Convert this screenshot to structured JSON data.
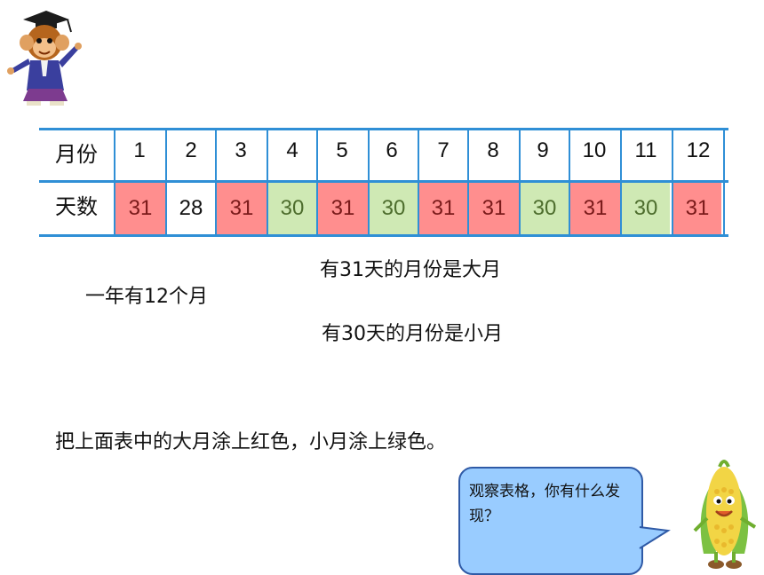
{
  "table": {
    "row1_label": "月份",
    "row2_label": "天数",
    "months": [
      "1",
      "2",
      "3",
      "4",
      "5",
      "6",
      "7",
      "8",
      "9",
      "10",
      "11",
      "12"
    ],
    "days": [
      "31",
      "28",
      "31",
      "30",
      "31",
      "30",
      "31",
      "31",
      "30",
      "31",
      "30",
      "31"
    ],
    "day_types": [
      "big",
      "plain",
      "big",
      "small",
      "big",
      "small",
      "big",
      "big",
      "small",
      "big",
      "small",
      "big"
    ]
  },
  "texts": {
    "year_months": "一年有12个月",
    "big_month_rule": "有31天的月份是大月",
    "small_month_rule": "有30天的月份是小月",
    "instruction": "把上面表中的大月涂上红色，小月涂上绿色。"
  },
  "bubble": {
    "text": "观察表格，你有什么发现？"
  },
  "colors": {
    "big_month": "#ff8e8e",
    "small_month": "#cfe9b4",
    "table_line": "#2f8fd6",
    "bubble_fill": "#99ccff"
  },
  "icons": {
    "top_left": "monkey-graduate-icon",
    "bottom_right": "corn-character-icon"
  }
}
